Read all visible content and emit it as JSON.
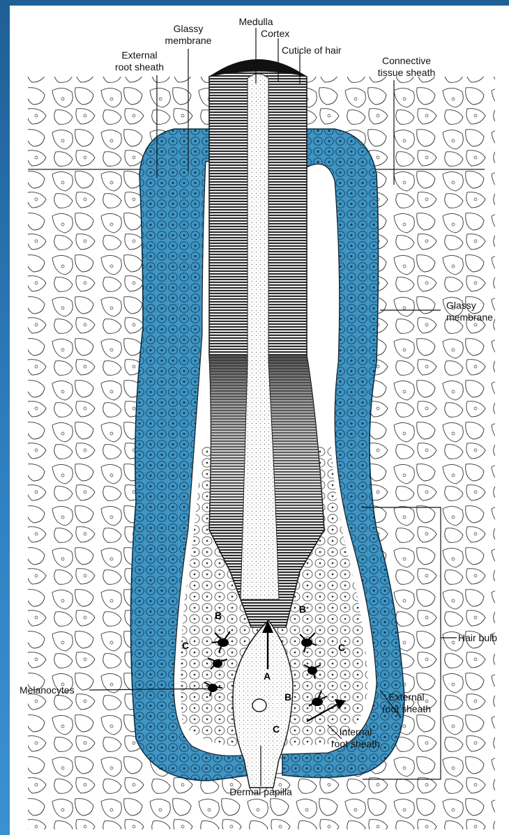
{
  "colors": {
    "background": "#2f7fbf",
    "sheath": "#3f95c4",
    "sheath_dark": "#2a7aa8",
    "ink": "#111111",
    "hair_shaft": "#3a3a3a"
  },
  "labels": {
    "medulla": "Medulla",
    "cortex": "Cortex",
    "glassy_membrane_top_1": "Glassy",
    "glassy_membrane_top_2": "membrane",
    "cuticle": "Cuticle of hair",
    "external_root_sheath_top_1": "External",
    "external_root_sheath_top_2": "root sheath",
    "connective_tissue_1": "Connective",
    "connective_tissue_2": "tissue sheath",
    "glassy_membrane_right_1": "Glassy",
    "glassy_membrane_right_2": "membrane",
    "hair_bulb": "Hair bulb",
    "melanocytes": "Melanocytes",
    "external_root_sheath_bottom_1": "External",
    "external_root_sheath_bottom_2": "root sheath",
    "internal_root_sheath_1": "Internal",
    "internal_root_sheath_2": "root sheath",
    "dermal_papilla": "Dermal papilla"
  },
  "zone_letters": {
    "a": "A",
    "b_left": "B",
    "b_right": "B",
    "b_lower": "B",
    "c_left": "C",
    "c_right": "C",
    "c_lower": "C"
  }
}
